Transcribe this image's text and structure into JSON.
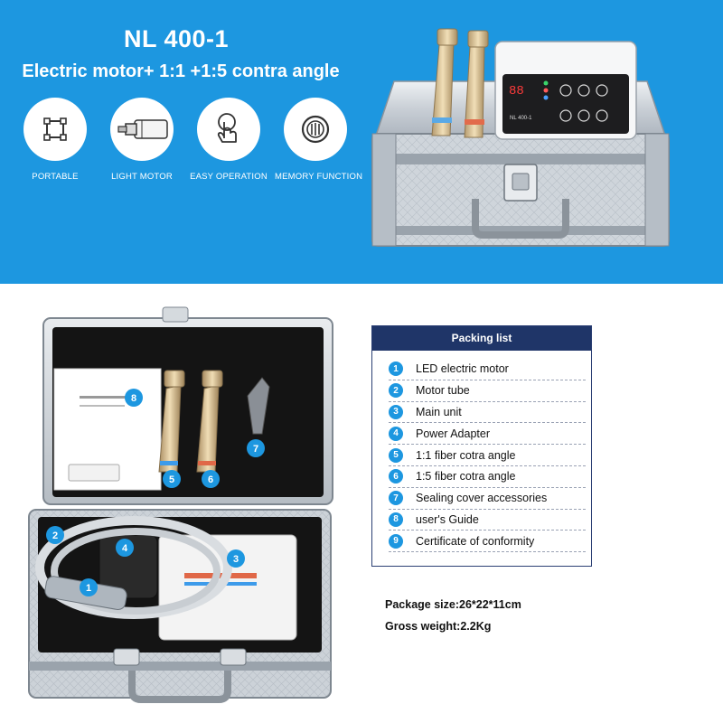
{
  "banner": {
    "title": "NL 400-1",
    "subtitle": "Electric motor+ 1:1 +1:5 contra angle",
    "features": [
      {
        "label": "PORTABLE",
        "icon": "portable-icon"
      },
      {
        "label": "LIGHT MOTOR",
        "icon": "light-motor-icon"
      },
      {
        "label": "EASY OPERATION",
        "icon": "easy-operation-icon"
      },
      {
        "label": "MEMORY FUNCTION",
        "icon": "memory-function-icon"
      }
    ],
    "device_label": "NL 400-1",
    "display_reading": "88"
  },
  "kit_markers": [
    "1",
    "2",
    "3",
    "4",
    "5",
    "6",
    "7",
    "8"
  ],
  "packing_list": {
    "title": "Packing list",
    "items": [
      {
        "num": "1",
        "text": "LED electric motor"
      },
      {
        "num": "2",
        "text": "Motor tube"
      },
      {
        "num": "3",
        "text": "Main unit"
      },
      {
        "num": "4",
        "text": "Power Adapter"
      },
      {
        "num": "5",
        "text": "1:1 fiber cotra angle"
      },
      {
        "num": "6",
        "text": "1:5 fiber cotra angle"
      },
      {
        "num": "7",
        "text": "Sealing cover accessories"
      },
      {
        "num": "8",
        "text": "user's Guide"
      },
      {
        "num": "9",
        "text": "Certificate of conformity"
      }
    ]
  },
  "specs": {
    "package_size": "Package size:26*22*11cm",
    "gross_weight": "Gross weight:2.2Kg"
  },
  "colors": {
    "banner_blue": "#1d97e0",
    "header_navy": "#1f3568",
    "marker_blue": "#1d97e0"
  }
}
